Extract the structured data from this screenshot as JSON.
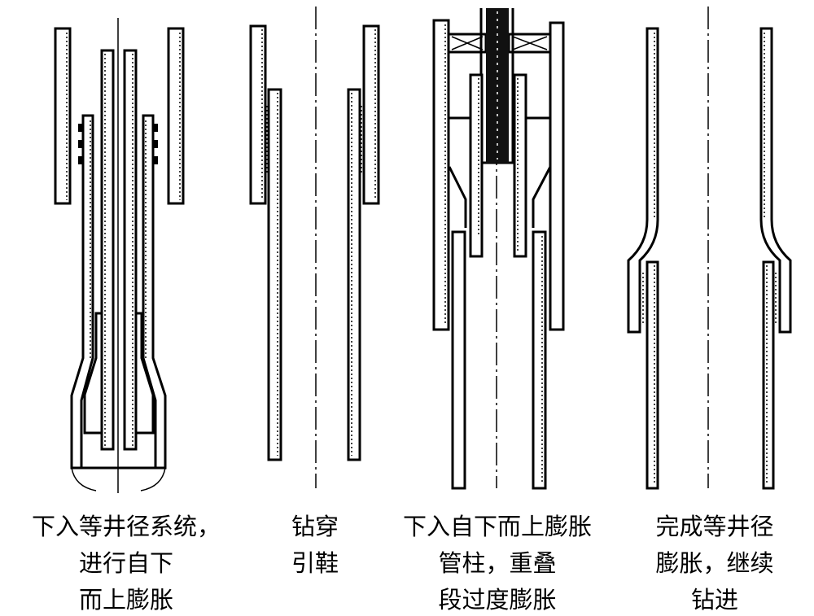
{
  "figure": {
    "panels": [
      {
        "caption_lines": [
          "下入等井径系统，",
          "进行自下",
          "而上膨胀"
        ]
      },
      {
        "caption_lines": [
          "钻穿",
          "引鞋"
        ]
      },
      {
        "caption_lines": [
          "下入自下而上膨胀",
          "管柱，重叠",
          "段过度膨胀"
        ]
      },
      {
        "caption_lines": [
          "完成等井径",
          "膨胀，继续",
          "钻进"
        ]
      }
    ]
  }
}
